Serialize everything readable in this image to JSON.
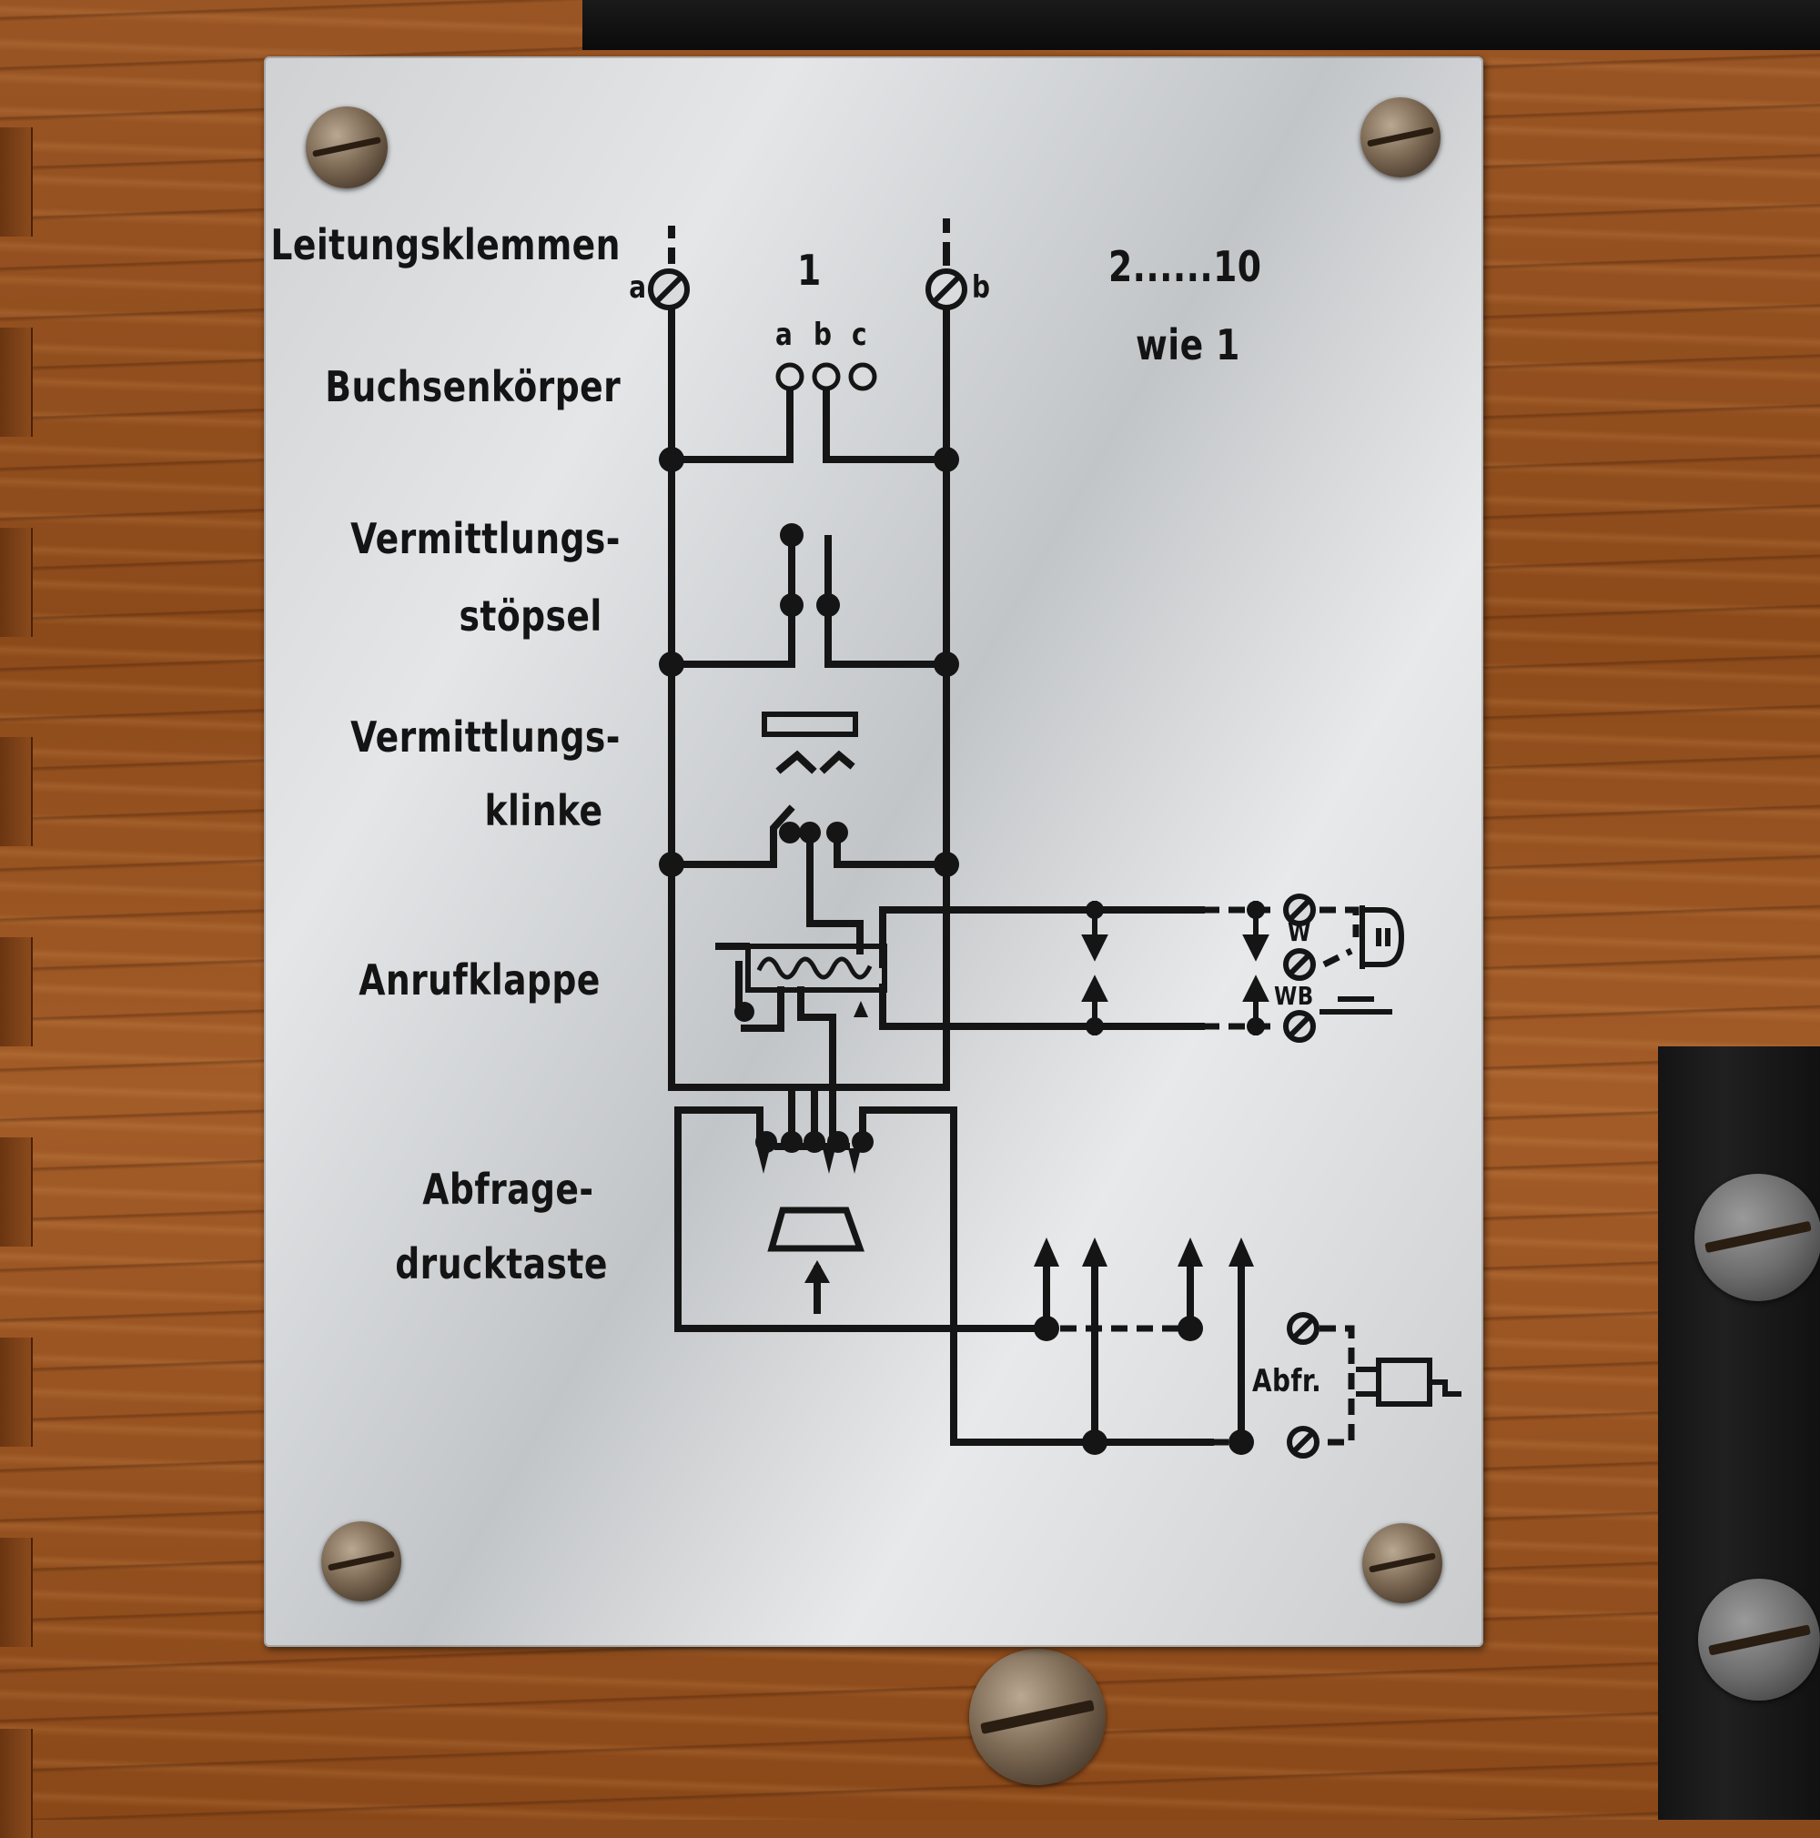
{
  "labels": {
    "leitungsklemmen": "Leitungsklemmen",
    "buchsenkoerper": "Buchsenkörper",
    "vermittlungs_1": "Vermittlungs-",
    "stoepsel": "stöpsel",
    "vermittlungs_2": "Vermittlungs-",
    "klinke": "klinke",
    "anrufklappe": "Anrufklappe",
    "abfrage": "Abfrage-",
    "drucktaste": "drucktaste"
  },
  "terminals": {
    "a": "a",
    "b": "b",
    "number": "1",
    "range": "2......10",
    "same_as": "wie 1"
  },
  "socket_contacts": [
    "a",
    "b",
    "c"
  ],
  "side_labels": {
    "w": "W",
    "wb": "WB",
    "abfr": "Abfr."
  }
}
